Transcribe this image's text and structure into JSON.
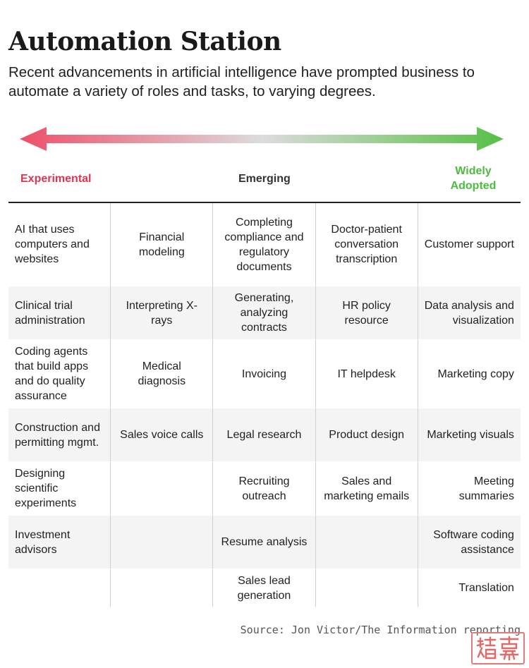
{
  "title": "Automation Station",
  "subtitle": "Recent advancements in artificial intelligence have prompted business to automate a variety of roles and tasks, to varying degrees.",
  "scale": {
    "left_label": "Experimental",
    "middle_label": "Emerging",
    "right_label": "Widely Adopted",
    "colors": {
      "left": "#ef4e6a",
      "middle": "#dcdcdc",
      "right": "#56c045"
    }
  },
  "chart_data": {
    "type": "table",
    "columns": [
      "Experimental",
      "",
      "Emerging",
      "",
      "Widely Adopted"
    ],
    "rows": [
      [
        "AI that uses computers and websites",
        "Financial modeling",
        "Completing compliance and regulatory documents",
        "Doctor-patient conversation transcription",
        "Customer support"
      ],
      [
        "Clinical trial administration",
        "Interpreting X-rays",
        "Generating, analyzing contracts",
        "HR policy resource",
        "Data analysis and visualization"
      ],
      [
        "Coding agents that build apps and do quality assurance",
        "Medical diagnosis",
        "Invoicing",
        "IT helpdesk",
        "Marketing copy"
      ],
      [
        "Construction and permitting mgmt.",
        "Sales voice calls",
        "Legal research",
        "Product design",
        "Marketing visuals"
      ],
      [
        "Designing scientific experiments",
        "",
        "Recruiting outreach",
        "Sales and marketing emails",
        "Meeting summaries"
      ],
      [
        "Investment advisors",
        "",
        "Resume analysis",
        "",
        "Software coding assistance"
      ],
      [
        "",
        "",
        "Sales lead generation",
        "",
        "Translation"
      ]
    ]
  },
  "source": "Source: Jon Victor/The Information reporting",
  "logo": {
    "icon": "information-logo-icon"
  }
}
